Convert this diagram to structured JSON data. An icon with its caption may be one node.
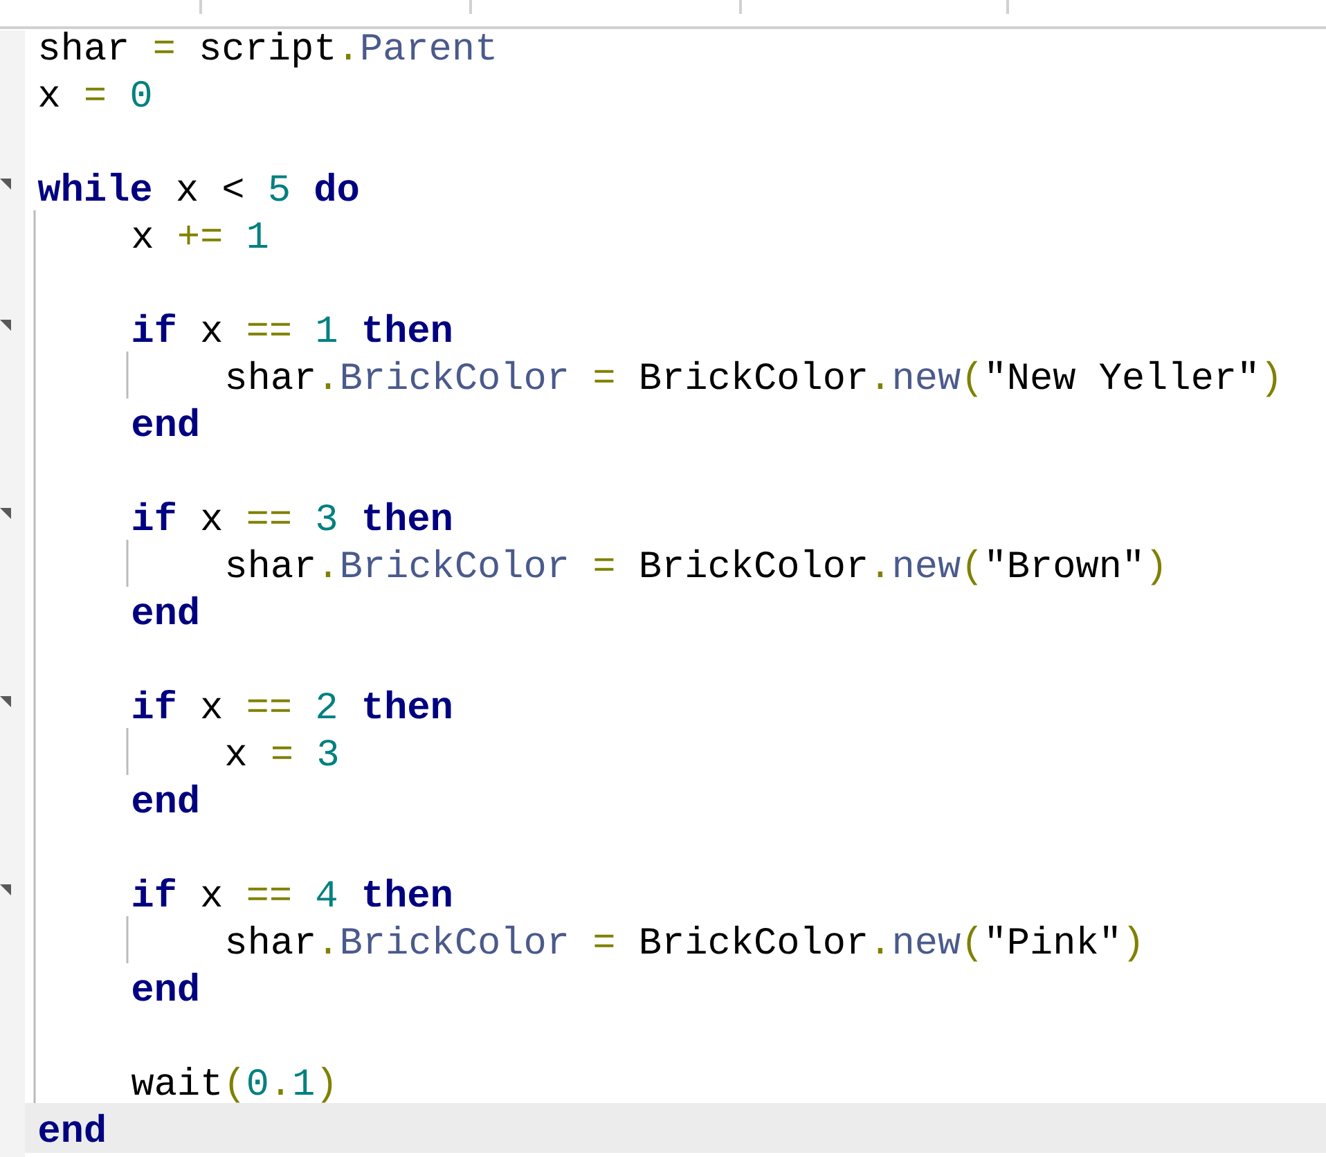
{
  "diagram": {
    "labels": [
      "shar = script.Parent",
      "x = 0",
      "**while** x < 5 **do**",
      "x += 1",
      "**if** x == 1 **then**",
      "shar.BrickColor = BrickColor.new(\"New Yeller\")",
      "end",
      "**if** x == 3 **then**",
      "shar.BrickColor = BrickColor.new(\"Brown\")",
      "end",
      "**if** x == 2 **then**",
      "x = 3",
      "end",
      "**if** x == 4 **then**",
      "shar.BrickColor = BrickColor.new(\"Pink\")",
      "end",
      "wait(0.1)",
      "end"
    ]
  }
}
